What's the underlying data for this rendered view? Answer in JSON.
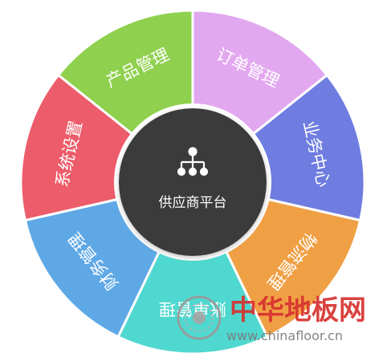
{
  "center": {
    "title": "供应商平台",
    "icon": "org-chart-icon",
    "fill": "#3b3b3b"
  },
  "segments": [
    {
      "id": "dingdan",
      "label": "订单管理",
      "color": "#e2a8ef"
    },
    {
      "id": "yewu",
      "label": "业务中心",
      "color": "#6f7de0"
    },
    {
      "id": "wuliu",
      "label": "物流管理",
      "color": "#f0a044"
    },
    {
      "id": "zhangdan",
      "label": "账单管理",
      "color": "#4fd8cf"
    },
    {
      "id": "caiwu",
      "label": "财务管理",
      "color": "#5ea8e6"
    },
    {
      "id": "xitong",
      "label": "系统设置",
      "color": "#ed5c6a"
    },
    {
      "id": "chanpin",
      "label": "产品管理",
      "color": "#8fd14f"
    }
  ],
  "watermark": {
    "brand": "中华地板网",
    "url": "www.chinafloor.cn",
    "color_red": "#d6322f",
    "color_gray": "#7a7a7a"
  }
}
